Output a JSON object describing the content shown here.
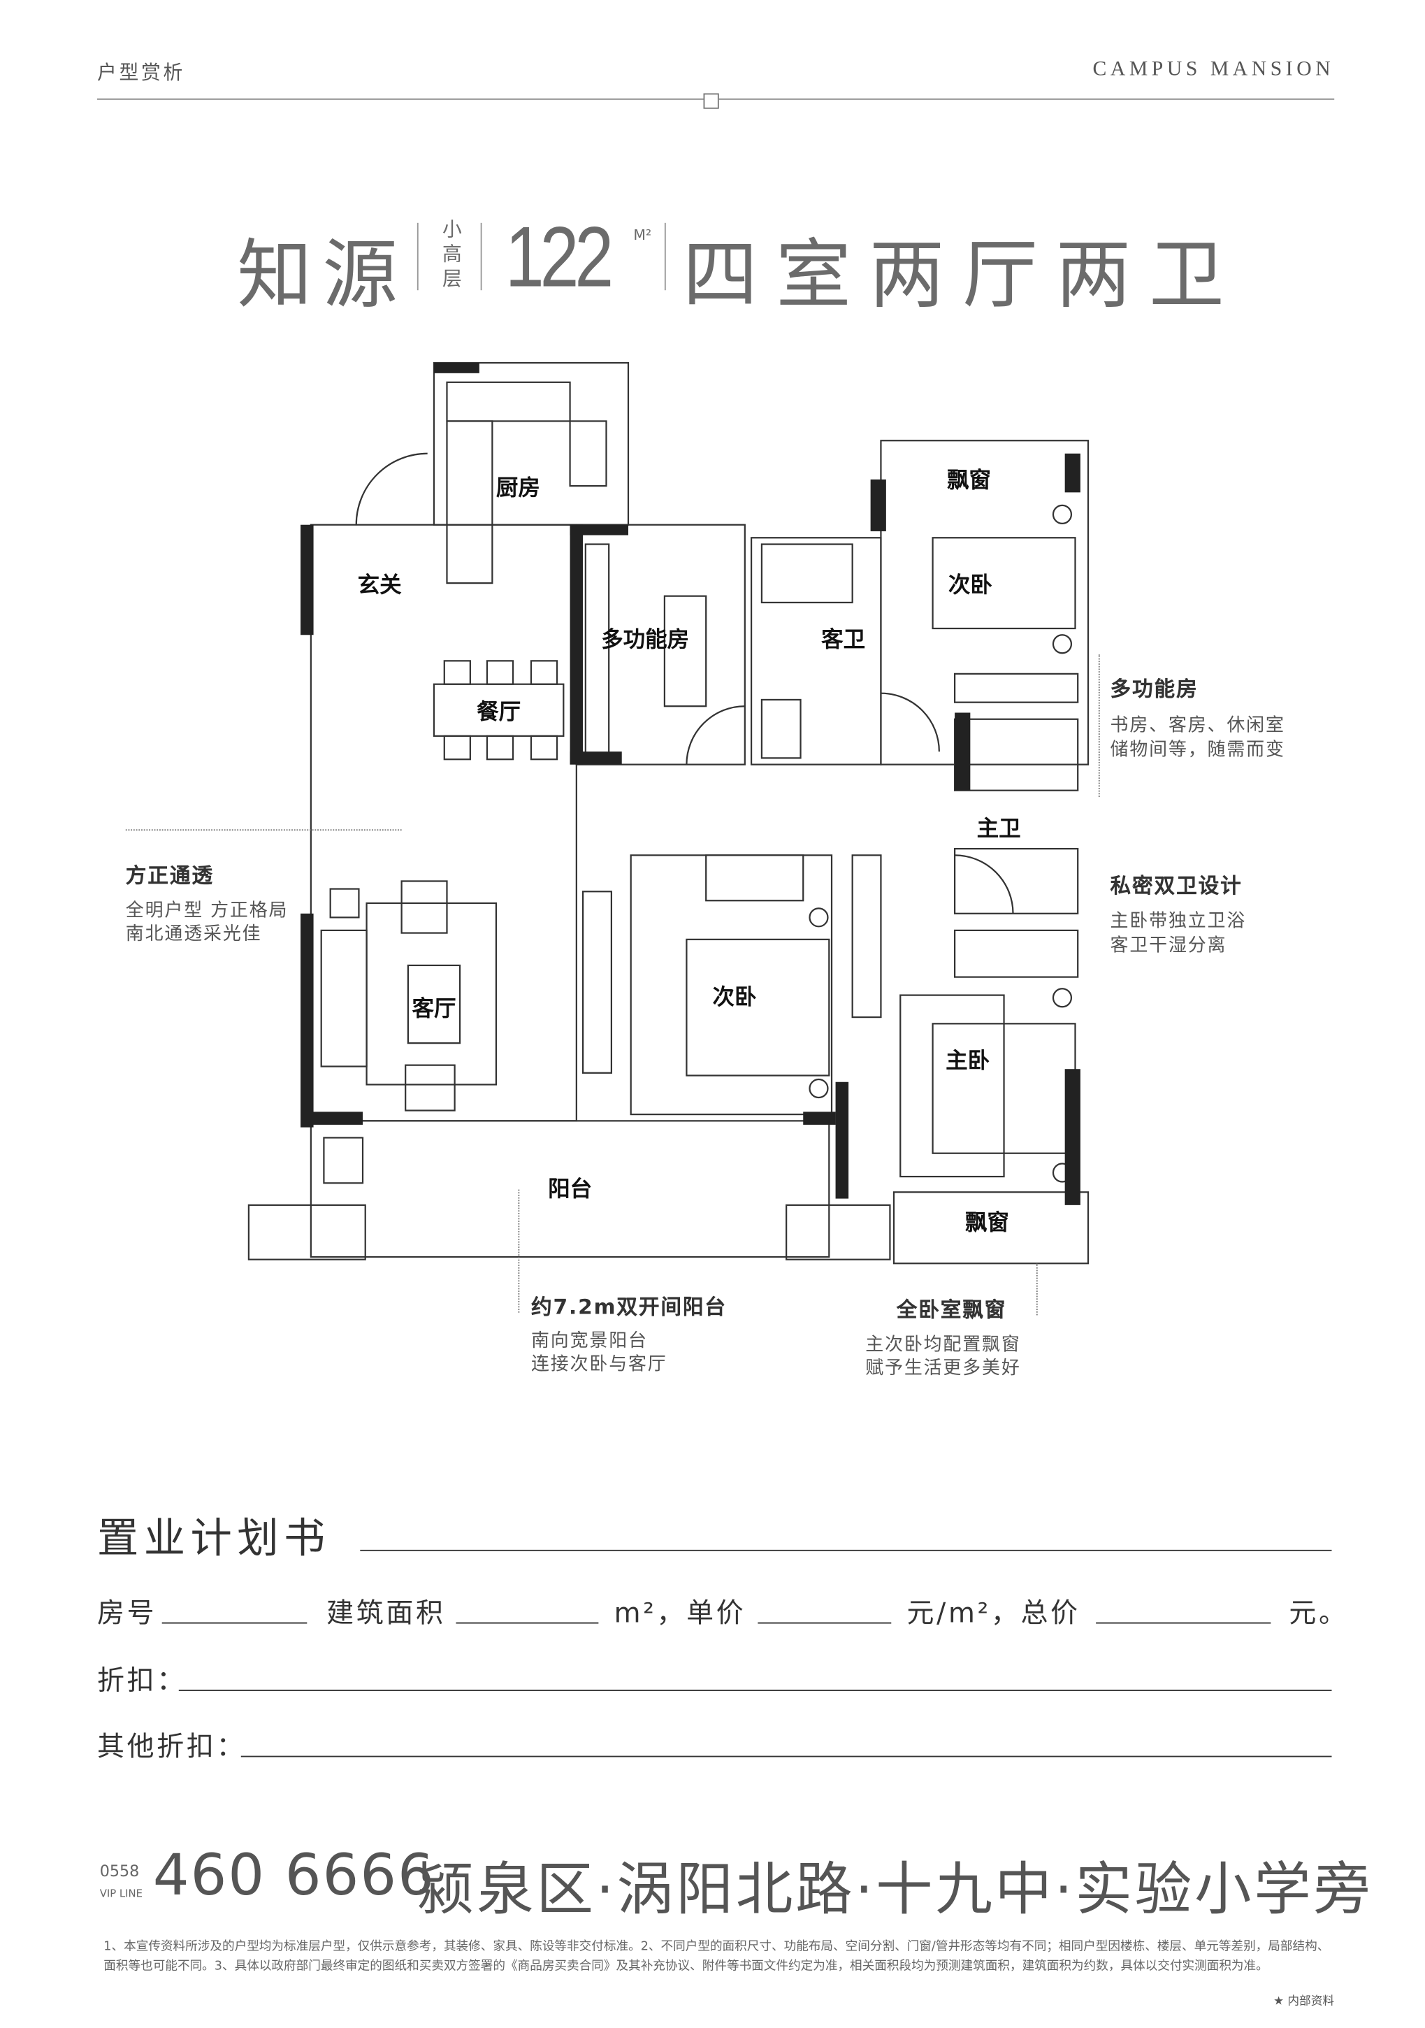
{
  "header": {
    "section": "户型赏析",
    "brand": "CAMPUS MANSION"
  },
  "title": {
    "project": "知源",
    "floor_type": "小高层",
    "area": "122",
    "unit": "M²",
    "layout": "四室两厅两卫"
  },
  "rooms": {
    "kitchen": "厨房",
    "entrance": "玄关",
    "multi_room": "多功能房",
    "guest_bath": "客卫",
    "bay_window_top": "飘窗",
    "second_bedroom_top": "次卧",
    "dining": "餐厅",
    "master_bath": "主卫",
    "living": "客厅",
    "second_bedroom_mid": "次卧",
    "master_bedroom": "主卧",
    "balcony": "阳台",
    "bay_window_bottom": "飘窗"
  },
  "annotations": {
    "square": {
      "title": "方正通透",
      "lines": [
        "全明户型 方正格局",
        "南北通透采光佳"
      ]
    },
    "multi": {
      "title": "多功能房",
      "lines": [
        "书房、客房、休闲室",
        "储物间等，随需而变"
      ]
    },
    "bath": {
      "title": "私密双卫设计",
      "lines": [
        "主卧带独立卫浴",
        "客卫干湿分离"
      ]
    },
    "balcony": {
      "title": "约7.2m双开间阳台",
      "lines": [
        "南向宽景阳台",
        "连接次卧与客厅"
      ]
    },
    "bay": {
      "title": "全卧室飘窗",
      "lines": [
        "主次卧均配置飘窗",
        "赋予生活更多美好"
      ]
    }
  },
  "plan_form": {
    "heading": "置业计划书",
    "room_no": "房号",
    "built_area": "建筑面积",
    "area_unit": "m²，单价",
    "price_unit": "元/m²，总价",
    "total_unit": "元。",
    "discount": "折扣：",
    "other_discount": "其他折扣："
  },
  "footer": {
    "area_code": "0558",
    "vip": "VIP LINE",
    "phone": "460 6666",
    "address": "颍泉区·涡阳北路·十九中·实验小学旁",
    "disclaimer": "1、本宣传资料所涉及的户型均为标准层户型，仅供示意参考，其装修、家具、陈设等非交付标准。2、不同户型的面积尺寸、功能布局、空间分割、门窗/管井形态等均有不同；相同户型因楼栋、楼层、单元等差别，局部结构、面积等也可能不同。3、具体以政府部门最终审定的图纸和买卖双方签署的《商品房买卖合同》及其补充协议、附件等书面文件约定为准，相关面积段均为预测建筑面积，建筑面积为约数，具体以交付实测面积为准。",
    "internal": "内部资料"
  }
}
